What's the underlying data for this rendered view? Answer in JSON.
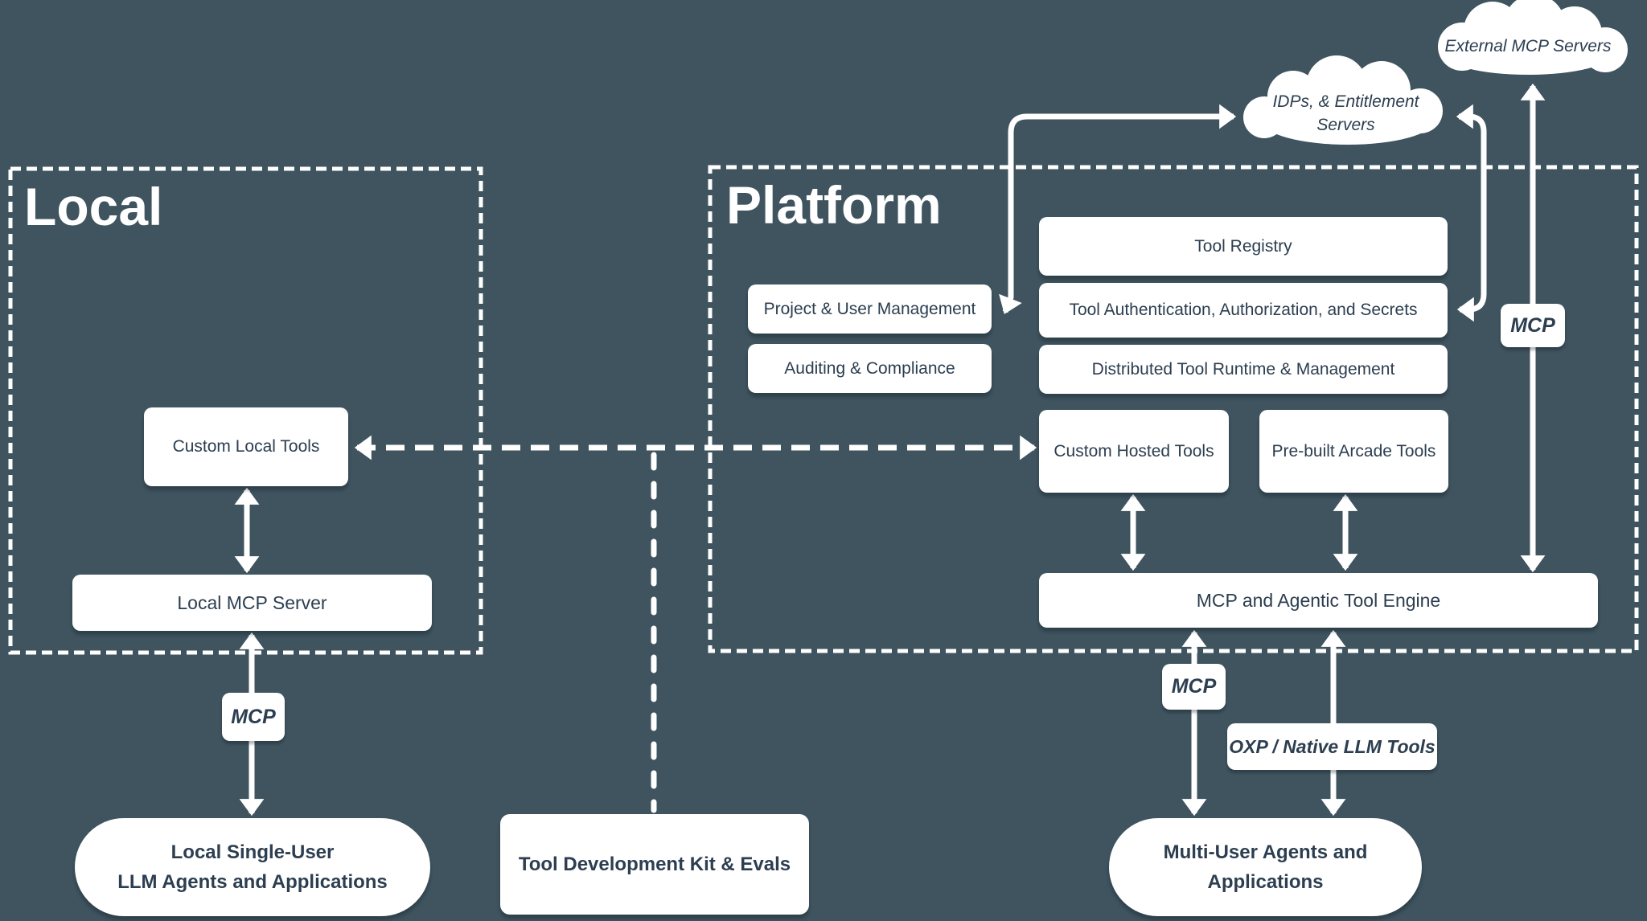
{
  "canvas": {
    "background": "#3F545F",
    "ink": "#2C3E50",
    "line": "#FFFFFF"
  },
  "regions": {
    "local": {
      "title": "Local"
    },
    "platform": {
      "title": "Platform"
    }
  },
  "boxes": {
    "custom_local_tools": {
      "label": "Custom Local Tools"
    },
    "local_mcp_server": {
      "label": "Local MCP Server"
    },
    "tool_registry": {
      "label": "Tool Registry"
    },
    "project_user_management": {
      "label": "Project & User Management"
    },
    "tool_auth": {
      "label": "Tool Authentication, Authorization, and Secrets"
    },
    "auditing_compliance": {
      "label": "Auditing & Compliance"
    },
    "distributed_runtime": {
      "label": "Distributed Tool Runtime & Management"
    },
    "custom_hosted_tools": {
      "label": "Custom Hosted Tools"
    },
    "prebuilt_arcade_tools": {
      "label": "Pre-built Arcade Tools"
    },
    "mcp_engine": {
      "label": "MCP and Agentic Tool Engine"
    }
  },
  "terminals": {
    "tool_dev_kit": {
      "label": "Tool Development Kit & Evals"
    },
    "local_agents": {
      "label": "Local Single-User\nLLM Agents and Applications"
    },
    "multi_user_agents": {
      "label": "Multi-User Agents and\nApplications"
    }
  },
  "chips": {
    "mcp_local": {
      "label": "MCP"
    },
    "mcp_engine": {
      "label": "MCP"
    },
    "mcp_external": {
      "label": "MCP"
    },
    "oxp": {
      "label": "OXP / Native LLM Tools"
    }
  },
  "clouds": {
    "external_mcp": {
      "label": "External MCP Servers"
    },
    "idps": {
      "label": "IDPs, & Entitlement\nServers"
    }
  }
}
